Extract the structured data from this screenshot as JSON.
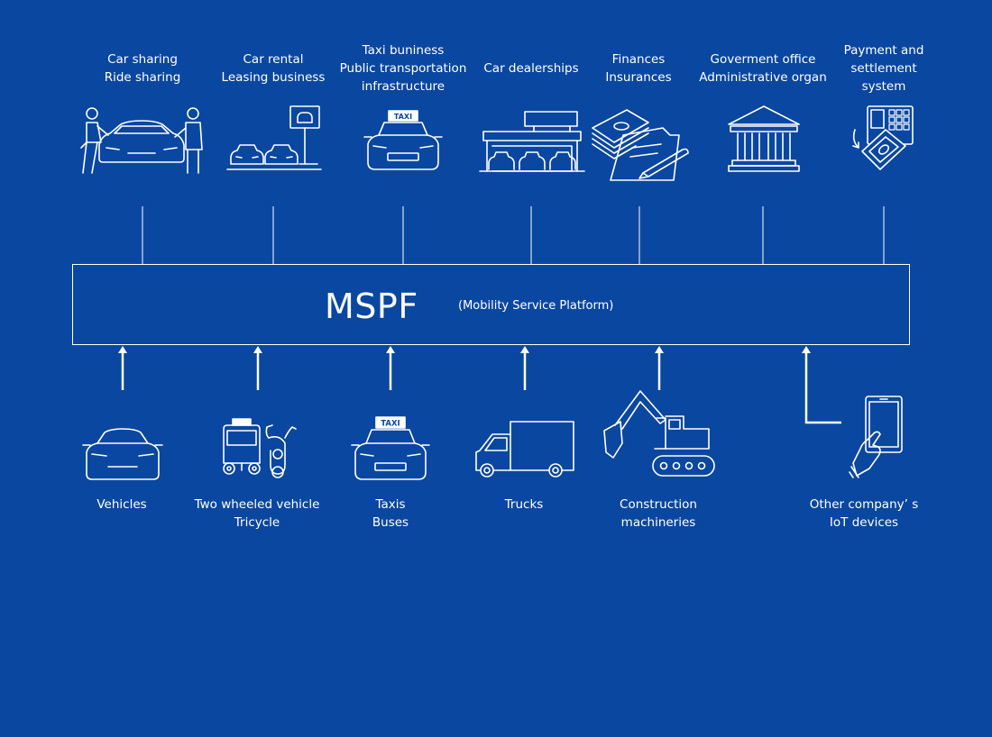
{
  "platform": {
    "title": "MSPF",
    "subtitle": "(Mobility Service Platform)"
  },
  "services": [
    {
      "icon": "car-sharing-icon",
      "lines": [
        "Car sharing",
        "Ride sharing"
      ]
    },
    {
      "icon": "car-rental-icon",
      "lines": [
        "Car rental",
        "Leasing business"
      ]
    },
    {
      "icon": "taxi-business-icon",
      "lines": [
        "Taxi buniness",
        "Public transportation",
        "infrastructure"
      ]
    },
    {
      "icon": "car-dealership-icon",
      "lines": [
        "Car dealerships"
      ]
    },
    {
      "icon": "finance-icon",
      "lines": [
        "Finances",
        "Insurances"
      ]
    },
    {
      "icon": "government-building-icon",
      "lines": [
        "Goverment office",
        "Administrative organ"
      ]
    },
    {
      "icon": "payment-terminal-icon",
      "lines": [
        "Payment and",
        "settlement",
        "system"
      ]
    }
  ],
  "sources": [
    {
      "icon": "car-icon",
      "lines": [
        "Vehicles"
      ]
    },
    {
      "icon": "tricycle-icon",
      "lines": [
        "Two wheeled vehicle",
        "Tricycle"
      ]
    },
    {
      "icon": "taxi-icon",
      "lines": [
        "Taxis",
        "Buses"
      ]
    },
    {
      "icon": "truck-icon",
      "lines": [
        "Trucks"
      ]
    },
    {
      "icon": "excavator-icon",
      "lines": [
        "Construction",
        "machineries"
      ]
    },
    {
      "icon": "smartphone-hand-icon",
      "lines": [
        "Other company’ s",
        "IoT devices"
      ]
    }
  ],
  "colors": {
    "background": "#0a47a0",
    "foreground": "#ffffff"
  }
}
